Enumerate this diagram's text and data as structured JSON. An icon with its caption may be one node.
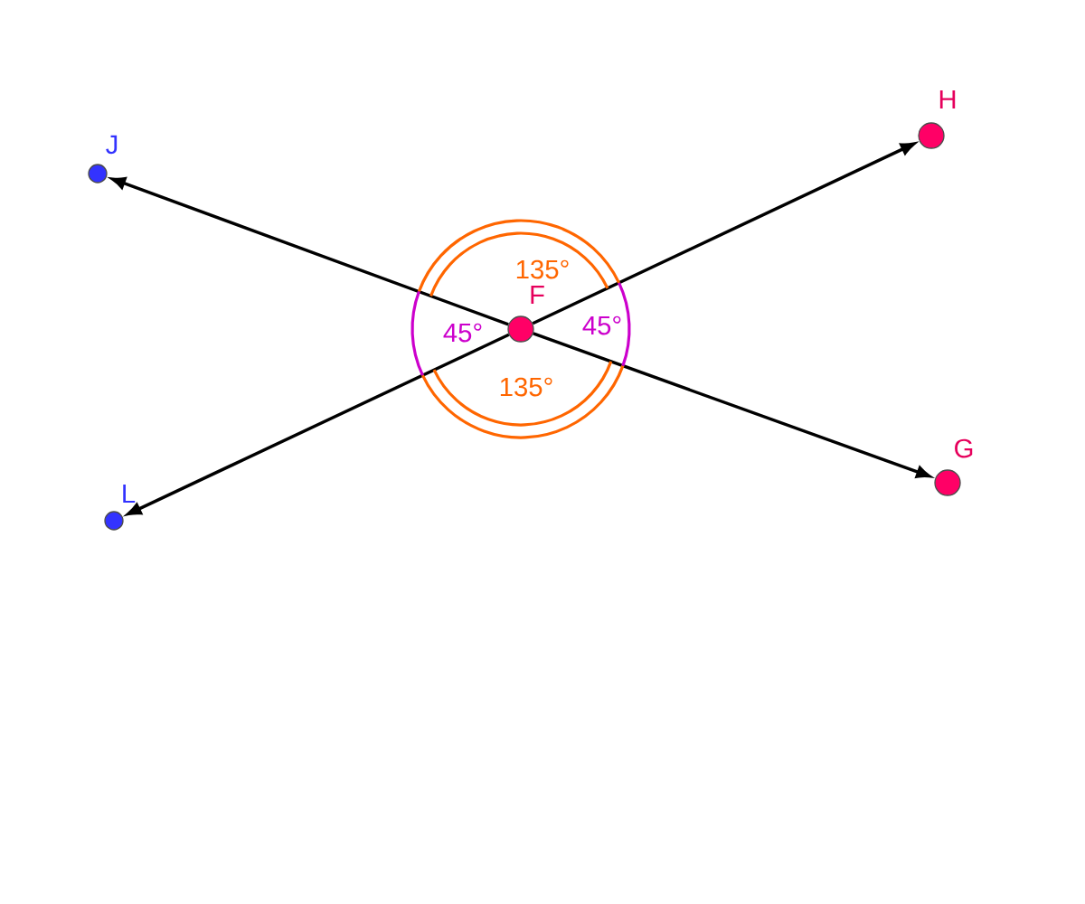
{
  "diagram": {
    "nodes": [
      {
        "text": [],
        "shape": "circle",
        "beside": [
          "F"
        ]
      },
      {
        "text": [],
        "shape": "circle",
        "beside": [
          "J"
        ]
      },
      {
        "text": [],
        "shape": "circle",
        "beside": [
          "H"
        ]
      },
      {
        "text": [],
        "shape": "circle",
        "beside": [
          "L"
        ]
      },
      {
        "text": [],
        "shape": "circle",
        "beside": [
          "G"
        ]
      }
    ],
    "edges": [
      {
        "from": 0,
        "to": 1,
        "arrow": "to"
      },
      {
        "from": 0,
        "to": 2,
        "arrow": "to"
      },
      {
        "from": 0,
        "to": 3,
        "arrow": "to"
      },
      {
        "from": 0,
        "to": 4,
        "arrow": "to"
      }
    ],
    "labels": [
      "135°",
      "45°",
      "45°",
      "135°"
    ]
  }
}
